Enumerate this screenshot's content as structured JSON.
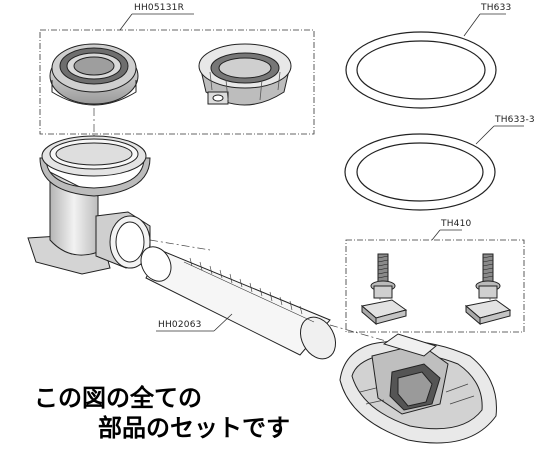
{
  "parts": {
    "seal_set": "HH05131R",
    "oring_large": "TH633",
    "oring_small": "TH633-3",
    "bolt_set": "TH410",
    "pipe": "HH02063"
  },
  "caption": {
    "line1": "この図の全ての",
    "line2": "部品のセットです"
  }
}
